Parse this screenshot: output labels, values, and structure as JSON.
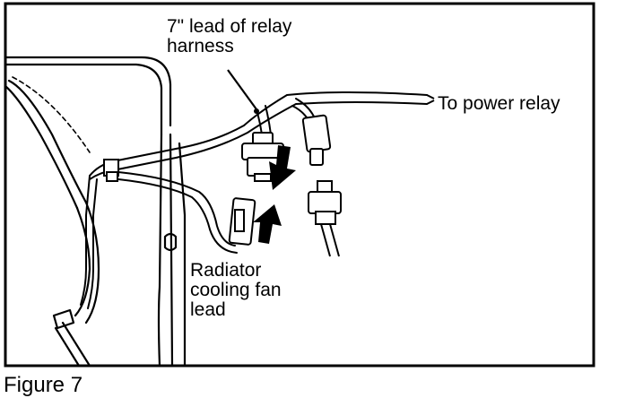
{
  "labels": {
    "relay_lead_line1": "7\" lead of relay",
    "relay_lead_line2": "harness",
    "power_relay": "To power relay",
    "fan_lead_line1": "Radiator",
    "fan_lead_line2": "cooling fan",
    "fan_lead_line3": "lead"
  },
  "caption": "Figure 7",
  "colors": {
    "ink": "#000000",
    "paper": "#ffffff"
  }
}
